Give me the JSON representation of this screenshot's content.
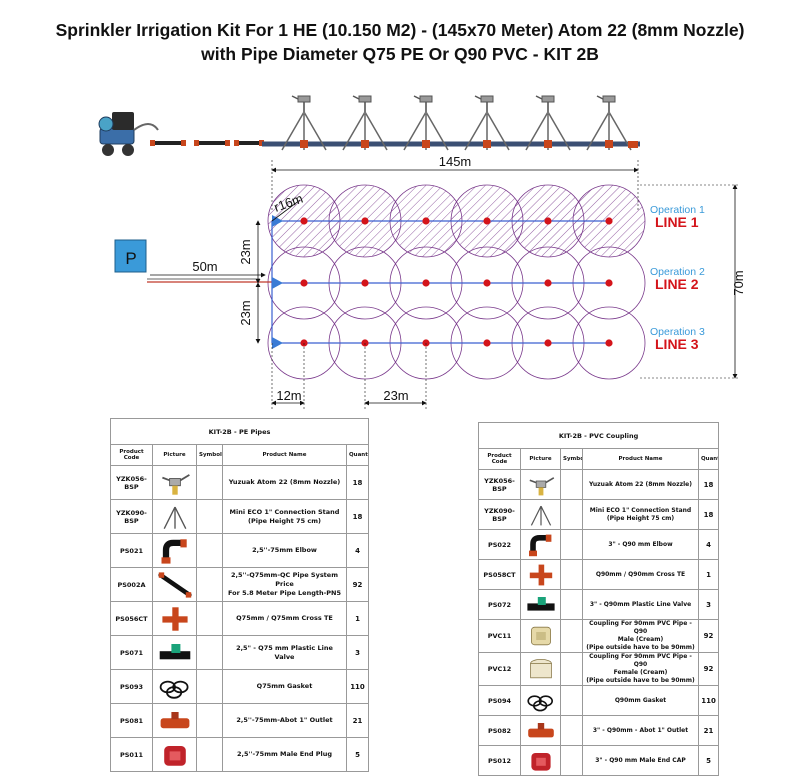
{
  "title": {
    "line1": "Sprinkler Irrigation Kit For 1 HE (10.150 M2) - (145x70 Meter) Atom 22 (8mm Nozzle)",
    "line2": "with Pipe Diameter Q75 PE Or Q90 PVC - KIT 2B"
  },
  "layout": {
    "width_label": "145m",
    "height_label": "70m",
    "radius_label": "r16m",
    "supply_label": "50m",
    "row_spacing_label_1": "23m",
    "row_spacing_label_2": "23m",
    "edge_label": "12m",
    "sprinkler_spacing_label": "23m",
    "pump_label": "P",
    "lines": [
      {
        "operation": "Operation 1",
        "name": "LINE 1"
      },
      {
        "operation": "Operation 2",
        "name": "LINE 2"
      },
      {
        "operation": "Operation 3",
        "name": "LINE 3"
      }
    ]
  },
  "colors": {
    "line_blue": "#3a5fd0",
    "sprinkler_red": "#d4141a",
    "label_red": "#d4141a",
    "operation_blue": "#3a9ad9",
    "pump_blue": "#3a9ad9",
    "circle_purple": "#7a3a8c"
  },
  "tables": [
    {
      "caption": "KIT-2B - PE Pipes",
      "headers": [
        "Product Code",
        "Picture",
        "Symbol",
        "Product Name",
        "Quantity"
      ],
      "rows": [
        {
          "code": "YZK056-BSP",
          "name_lines": [
            "Yuzuak Atom 22 (8mm Nozzle)"
          ],
          "qty": "18",
          "icon": "sprinkler-icon"
        },
        {
          "code": "YZK090-BSP",
          "name_lines": [
            "Mini ECO 1\" Connection Stand",
            "(Pipe Height 75 cm)"
          ],
          "qty": "18",
          "icon": "tripod-stand-icon"
        },
        {
          "code": "PS021",
          "name_lines": [
            "2,5''-75mm Elbow"
          ],
          "qty": "4",
          "icon": "elbow-icon"
        },
        {
          "code": "PS002A",
          "name_lines": [
            "2,5''-Q75mm-QC Pipe System Price",
            "For 5.8 Meter Pipe Length-PN5"
          ],
          "qty": "92",
          "icon": "pipe-icon"
        },
        {
          "code": "PS056CT",
          "name_lines": [
            "Q75mm / Q75mm Cross TE"
          ],
          "qty": "1",
          "icon": "cross-tee-icon"
        },
        {
          "code": "PS071",
          "name_lines": [
            "2,5\" - Q75 mm Plastic Line Valve"
          ],
          "qty": "3",
          "icon": "valve-icon"
        },
        {
          "code": "PS093",
          "name_lines": [
            "Q75mm Gasket"
          ],
          "qty": "110",
          "icon": "gasket-icon"
        },
        {
          "code": "PS081",
          "name_lines": [
            "2,5''-75mm-Abot 1\" Outlet"
          ],
          "qty": "21",
          "icon": "outlet-icon"
        },
        {
          "code": "PS011",
          "name_lines": [
            "2,5''-75mm Male End Plug"
          ],
          "qty": "5",
          "icon": "end-plug-icon"
        }
      ]
    },
    {
      "caption": "KIT-2B - PVC Coupling",
      "headers": [
        "Product Code",
        "Picture",
        "Symbol",
        "Product Name",
        "Quantity"
      ],
      "rows": [
        {
          "code": "YZK056-BSP",
          "name_lines": [
            "Yuzuak Atom 22 (8mm Nozzle)"
          ],
          "qty": "18",
          "icon": "sprinkler-icon"
        },
        {
          "code": "YZK090-BSP",
          "name_lines": [
            "Mini ECO 1\" Connection Stand",
            "(Pipe Height 75 cm)"
          ],
          "qty": "18",
          "icon": "tripod-stand-icon"
        },
        {
          "code": "PS022",
          "name_lines": [
            "3\" - Q90 mm Elbow"
          ],
          "qty": "4",
          "icon": "elbow-icon"
        },
        {
          "code": "PS058CT",
          "name_lines": [
            "Q90mm / Q90mm Cross TE"
          ],
          "qty": "1",
          "icon": "cross-tee-icon"
        },
        {
          "code": "PS072",
          "name_lines": [
            "3\" - Q90mm Plastic Line Valve"
          ],
          "qty": "3",
          "icon": "valve-icon"
        },
        {
          "code": "PVC11",
          "name_lines": [
            "Coupling For 90mm PVC Pipe - Q90",
            "Male (Cream)",
            "(Pipe outside have to be 90mm)"
          ],
          "qty": "92",
          "icon": "coupling-male-icon"
        },
        {
          "code": "PVC12",
          "name_lines": [
            "Coupling For 90mm PVC Pipe - Q90",
            "Female (Cream)",
            "(Pipe outside have to be 90mm)"
          ],
          "qty": "92",
          "icon": "coupling-female-icon"
        },
        {
          "code": "PS094",
          "name_lines": [
            "Q90mm Gasket"
          ],
          "qty": "110",
          "icon": "gasket-icon"
        },
        {
          "code": "PS082",
          "name_lines": [
            "3\" - Q90mm - Abot 1\" Outlet"
          ],
          "qty": "21",
          "icon": "outlet-icon"
        },
        {
          "code": "PS012",
          "name_lines": [
            "3\" - Q90 mm Male End CAP"
          ],
          "qty": "5",
          "icon": "end-plug-icon"
        }
      ]
    }
  ]
}
